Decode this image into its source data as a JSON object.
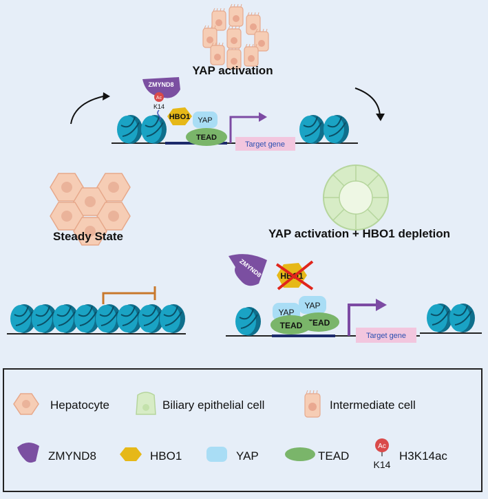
{
  "labels": {
    "yap_activation": "YAP activation",
    "steady_state": "Steady State",
    "yap_hbo1_depletion": "YAP activation + HBO1 depletion",
    "target_gene_top": "Target gene",
    "target_gene_bottom": "Target gene"
  },
  "proteins": {
    "zmynd8": "ZMYND8",
    "ac": "Ac",
    "k14": "K14",
    "hbo1": "HBO1",
    "yap": "YAP",
    "tead": "TEAD"
  },
  "legend": {
    "hepatocyte": "Hepatocyte",
    "biliary": "Biliary epithelial cell",
    "intermediate": "Intermediate cell",
    "zmynd8": "ZMYND8",
    "hbo1": "HBO1",
    "yap": "YAP",
    "tead": "TEAD",
    "h3k14ac": "H3K14ac",
    "ac": "Ac",
    "k14": "K14"
  },
  "colors": {
    "background": "#e6eef8",
    "nucleosome": "#1aa3c4",
    "zmynd8": "#7b4fa1",
    "hbo1": "#e6b818",
    "yap": "#a9ddf5",
    "tead": "#7ab56a",
    "target_gene": "#f2c6de",
    "promoter_arrow": "#7c4aa3",
    "repression": "#c8782c",
    "acetyl": "#d94a4a",
    "cross": "#e0251b"
  }
}
